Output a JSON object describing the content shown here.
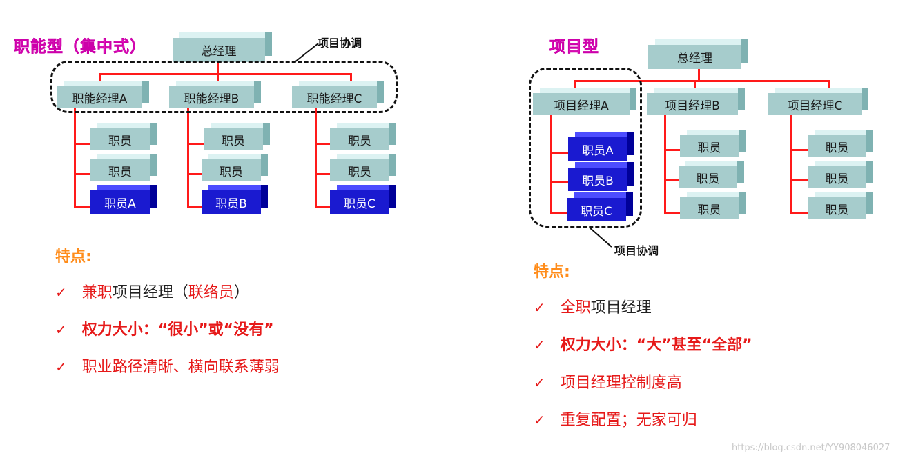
{
  "left": {
    "title": "职能型（集中式）",
    "top_box": "总经理",
    "coord_note": "项目协调",
    "managers": [
      "职能经理A",
      "职能经理B",
      "职能经理C"
    ],
    "staff": [
      [
        "职员",
        "职员",
        "职员A"
      ],
      [
        "职员",
        "职员",
        "职员B"
      ],
      [
        "职员",
        "职员",
        "职员C"
      ]
    ],
    "features_title": "特点:",
    "features": [
      {
        "red": "兼职",
        "black": "项目经理（",
        "red2": "联络员",
        "black2": "）"
      },
      {
        "text": "权力大小：“很小”或“没有”"
      },
      {
        "red": "职业路径清晰、横向联系薄弱"
      }
    ]
  },
  "right": {
    "title": "项目型",
    "top_box": "总经理",
    "coord_note": "项目协调",
    "managers": [
      "项目经理A",
      "项目经理B",
      "项目经理C"
    ],
    "staff": [
      [
        "职员A",
        "职员B",
        "职员C"
      ],
      [
        "职员",
        "职员",
        "职员"
      ],
      [
        "职员",
        "职员",
        "职员"
      ]
    ],
    "features_title": "特点:",
    "features": [
      {
        "red": "全职",
        "black": "项目经理"
      },
      {
        "text": "权力大小：“大”甚至“全部”"
      },
      {
        "red": "项目经理控制度高"
      },
      {
        "red": "重复配置；无家可归"
      }
    ]
  },
  "watermark": "https://blog.csdn.net/YY908046027",
  "colors": {
    "connector": "#ff1a1a",
    "box_teal": "#a6cccc",
    "box_blue": "#1a1ad0",
    "title": "#ff33cc",
    "feature_title": "#ff8c1a",
    "accent_red": "#e61919"
  }
}
